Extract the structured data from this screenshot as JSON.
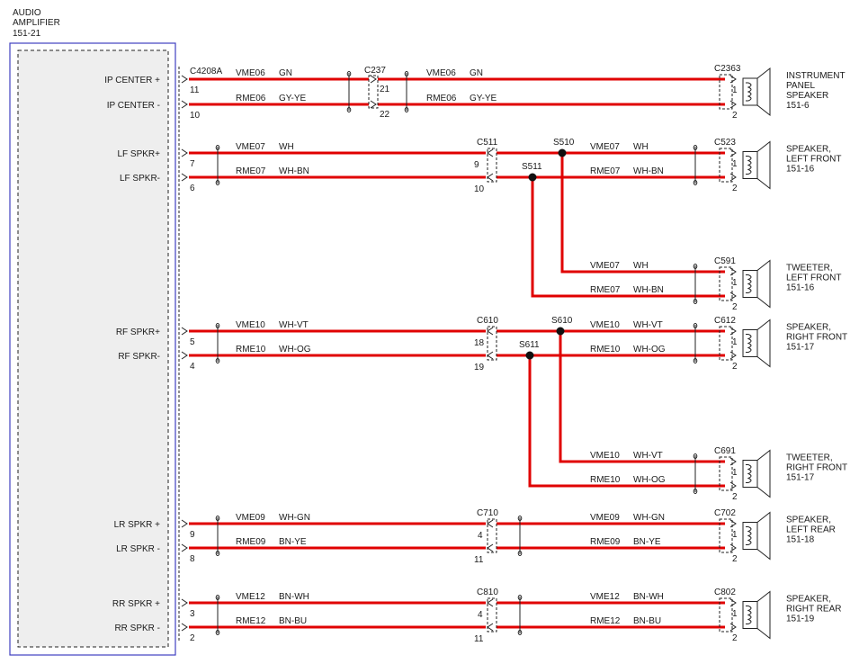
{
  "amplifier": {
    "name_line1": "AUDIO",
    "name_line2": "AMPLIFIER",
    "ref": "151-21",
    "connector": "C4208A"
  },
  "colors": {
    "wire": "#e00000",
    "box_border": "#4040c0",
    "box_fill": "#eeeeee"
  },
  "pins": [
    {
      "label": "IP CENTER +",
      "pin": "11"
    },
    {
      "label": "IP CENTER -",
      "pin": "10"
    },
    {
      "label": "LF SPKR+",
      "pin": "7"
    },
    {
      "label": "LF SPKR-",
      "pin": "6"
    },
    {
      "label": "RF SPKR+",
      "pin": "5"
    },
    {
      "label": "RF SPKR-",
      "pin": "4"
    },
    {
      "label": "LR SPKR +",
      "pin": "9"
    },
    {
      "label": "LR SPKR -",
      "pin": "8"
    },
    {
      "label": "RR SPKR +",
      "pin": "3"
    },
    {
      "label": "RR SPKR -",
      "pin": "2"
    }
  ],
  "left_wire_labels": [
    {
      "circuit": "VME06",
      "color": "GN"
    },
    {
      "circuit": "RME06",
      "color": "GY-YE"
    },
    {
      "circuit": "VME07",
      "color": "WH"
    },
    {
      "circuit": "RME07",
      "color": "WH-BN"
    },
    {
      "circuit": "VME10",
      "color": "WH-VT"
    },
    {
      "circuit": "RME10",
      "color": "WH-OG"
    },
    {
      "circuit": "VME09",
      "color": "WH-GN"
    },
    {
      "circuit": "RME09",
      "color": "BN-YE"
    },
    {
      "circuit": "VME12",
      "color": "BN-WH"
    },
    {
      "circuit": "RME12",
      "color": "BN-BU"
    }
  ],
  "ip_center_mid_labels": [
    {
      "circuit": "VME06",
      "color": "GN"
    },
    {
      "circuit": "RME06",
      "color": "GY-YE"
    }
  ],
  "inline_connectors": [
    {
      "name": "C237",
      "pins": [
        "21",
        "22"
      ]
    },
    {
      "name": "C511",
      "pins": [
        "9",
        "10"
      ]
    },
    {
      "name": "C610",
      "pins": [
        "18",
        "19"
      ]
    },
    {
      "name": "C710",
      "pins": [
        "4",
        "11"
      ]
    },
    {
      "name": "C810",
      "pins": [
        "4",
        "11"
      ]
    }
  ],
  "splices": [
    "S510",
    "S511",
    "S610",
    "S611"
  ],
  "right_wire_labels": [
    {
      "circuit": "VME07",
      "color": "WH"
    },
    {
      "circuit": "RME07",
      "color": "WH-BN"
    },
    {
      "circuit": "VME07",
      "color": "WH"
    },
    {
      "circuit": "RME07",
      "color": "WH-BN"
    },
    {
      "circuit": "VME10",
      "color": "WH-VT"
    },
    {
      "circuit": "RME10",
      "color": "WH-OG"
    },
    {
      "circuit": "VME10",
      "color": "WH-VT"
    },
    {
      "circuit": "RME10",
      "color": "WH-OG"
    },
    {
      "circuit": "VME09",
      "color": "WH-GN"
    },
    {
      "circuit": "RME09",
      "color": "BN-YE"
    },
    {
      "circuit": "VME12",
      "color": "BN-WH"
    },
    {
      "circuit": "RME12",
      "color": "BN-BU"
    }
  ],
  "speakers": [
    {
      "connector": "C2363",
      "name1": "INSTRUMENT",
      "name2": "PANEL",
      "name3": "SPEAKER",
      "ref": "151-6",
      "pin1": "1",
      "pin2": "2"
    },
    {
      "connector": "C523",
      "name1": "SPEAKER,",
      "name2": "LEFT FRONT",
      "name3": "",
      "ref": "151-16",
      "pin1": "1",
      "pin2": "2"
    },
    {
      "connector": "C591",
      "name1": "TWEETER,",
      "name2": "LEFT FRONT",
      "name3": "",
      "ref": "151-16",
      "pin1": "1",
      "pin2": "2"
    },
    {
      "connector": "C612",
      "name1": "SPEAKER,",
      "name2": "RIGHT FRONT",
      "name3": "",
      "ref": "151-17",
      "pin1": "1",
      "pin2": "2"
    },
    {
      "connector": "C691",
      "name1": "TWEETER,",
      "name2": "RIGHT FRONT",
      "name3": "",
      "ref": "151-17",
      "pin1": "1",
      "pin2": "2"
    },
    {
      "connector": "C702",
      "name1": "SPEAKER,",
      "name2": "LEFT REAR",
      "name3": "",
      "ref": "151-18",
      "pin1": "1",
      "pin2": "2"
    },
    {
      "connector": "C802",
      "name1": "SPEAKER,",
      "name2": "RIGHT REAR",
      "name3": "",
      "ref": "151-19",
      "pin1": "1",
      "pin2": "2"
    }
  ]
}
